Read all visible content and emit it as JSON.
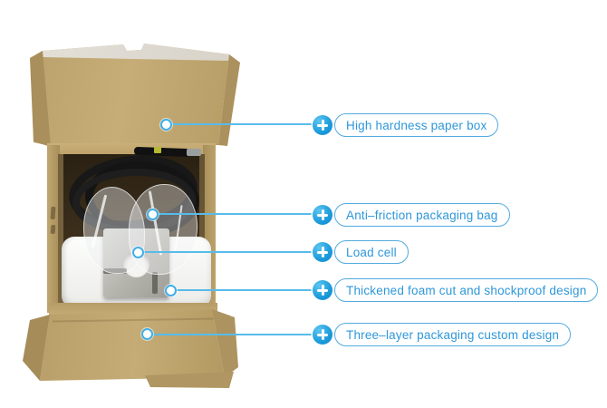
{
  "image_type": "annotated product packaging diagram",
  "scene": {
    "objects": [
      "paper-box-lid",
      "coiled-black-cable",
      "plastic-packaging-bag",
      "white-foam-insert",
      "s-type-load-cell",
      "box-bottom-flap"
    ]
  },
  "colors": {
    "accent_blue": "#1f9ddd",
    "leader_line_blue": "#58bbea",
    "pill_border": "#54abdf",
    "pill_text": "#2e97da",
    "cardboard": "#c0a66f",
    "cardboard_dark": "#a78d58",
    "box_interior": "#3a2d1a",
    "foam_white": "#f7f7f5",
    "metal_gray": "#b5b4ad",
    "background": "#ffffff"
  },
  "callouts": [
    {
      "icon": "plus-icon",
      "label": "High hardness paper box"
    },
    {
      "icon": "plus-icon",
      "label": "Anti–friction packaging bag"
    },
    {
      "icon": "plus-icon",
      "label": "Load cell"
    },
    {
      "icon": "plus-icon",
      "label": "Thickened foam cut and shockproof design"
    },
    {
      "icon": "plus-icon",
      "label": "Three–layer packaging custom design"
    }
  ]
}
